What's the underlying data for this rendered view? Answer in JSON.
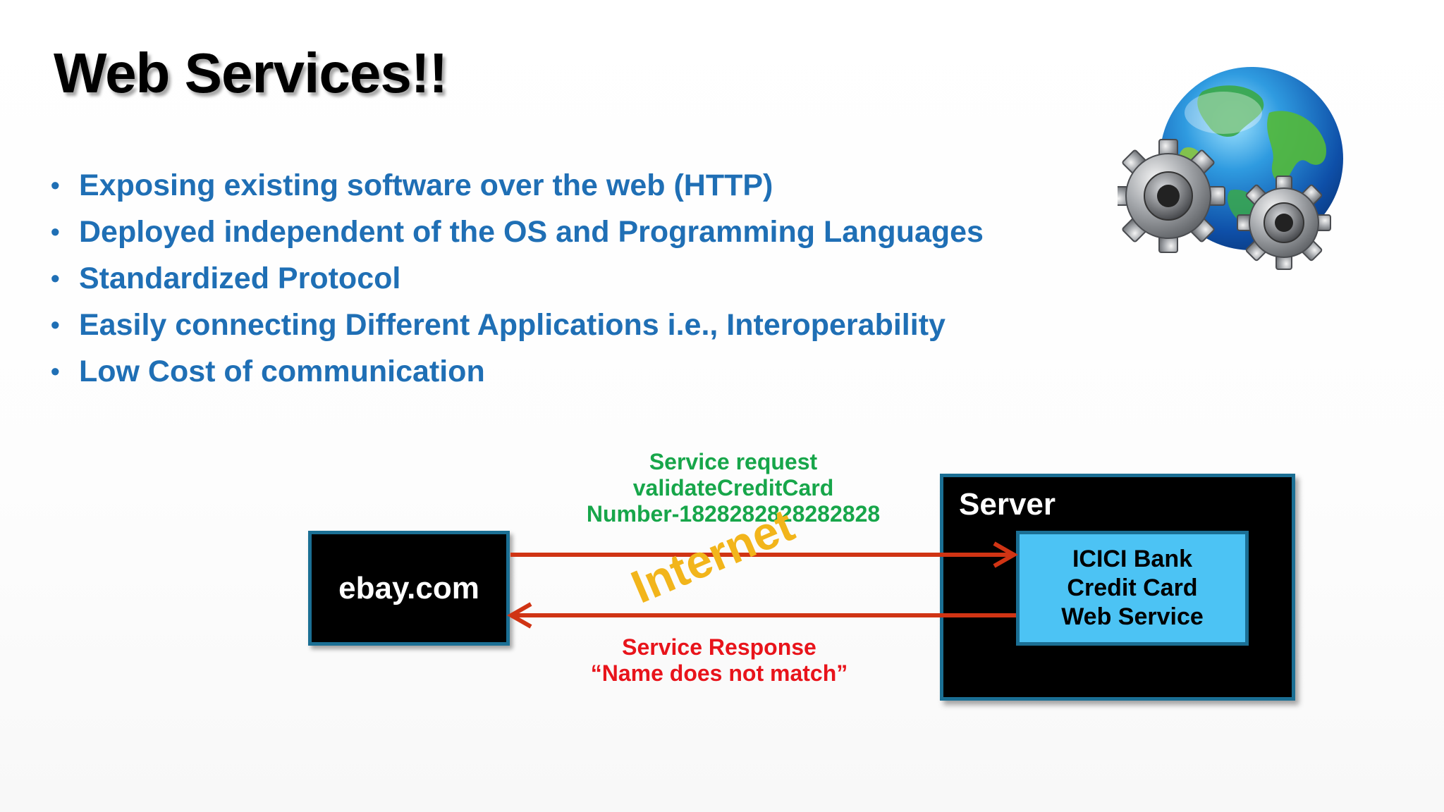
{
  "slide": {
    "title": "Web Services!!",
    "bullets": [
      "Exposing existing software over the web (HTTP)",
      "Deployed independent of the OS and Programming Languages",
      "Standardized Protocol",
      "Easily connecting Different Applications i.e.,  Interoperability",
      "Low Cost of communication"
    ],
    "illustration_icon": "globe-with-gears-icon"
  },
  "diagram": {
    "client_label": "ebay.com",
    "server_label": "Server",
    "service_lines": [
      "ICICI Bank",
      "Credit Card",
      "Web Service"
    ],
    "request_lines": [
      "Service request",
      "validateCreditCard",
      "Number-1828282828282828"
    ],
    "response_lines": [
      "Service Response",
      "“Name does not match”"
    ],
    "network_label": "Internet"
  },
  "colors": {
    "bullet_text": "#1f6fb5",
    "box_border": "#1b6f94",
    "service_fill": "#4cc3f4",
    "request_text": "#17a64a",
    "response_text": "#e8141b",
    "arrow": "#d03414",
    "network_text": "#f2b51b"
  }
}
